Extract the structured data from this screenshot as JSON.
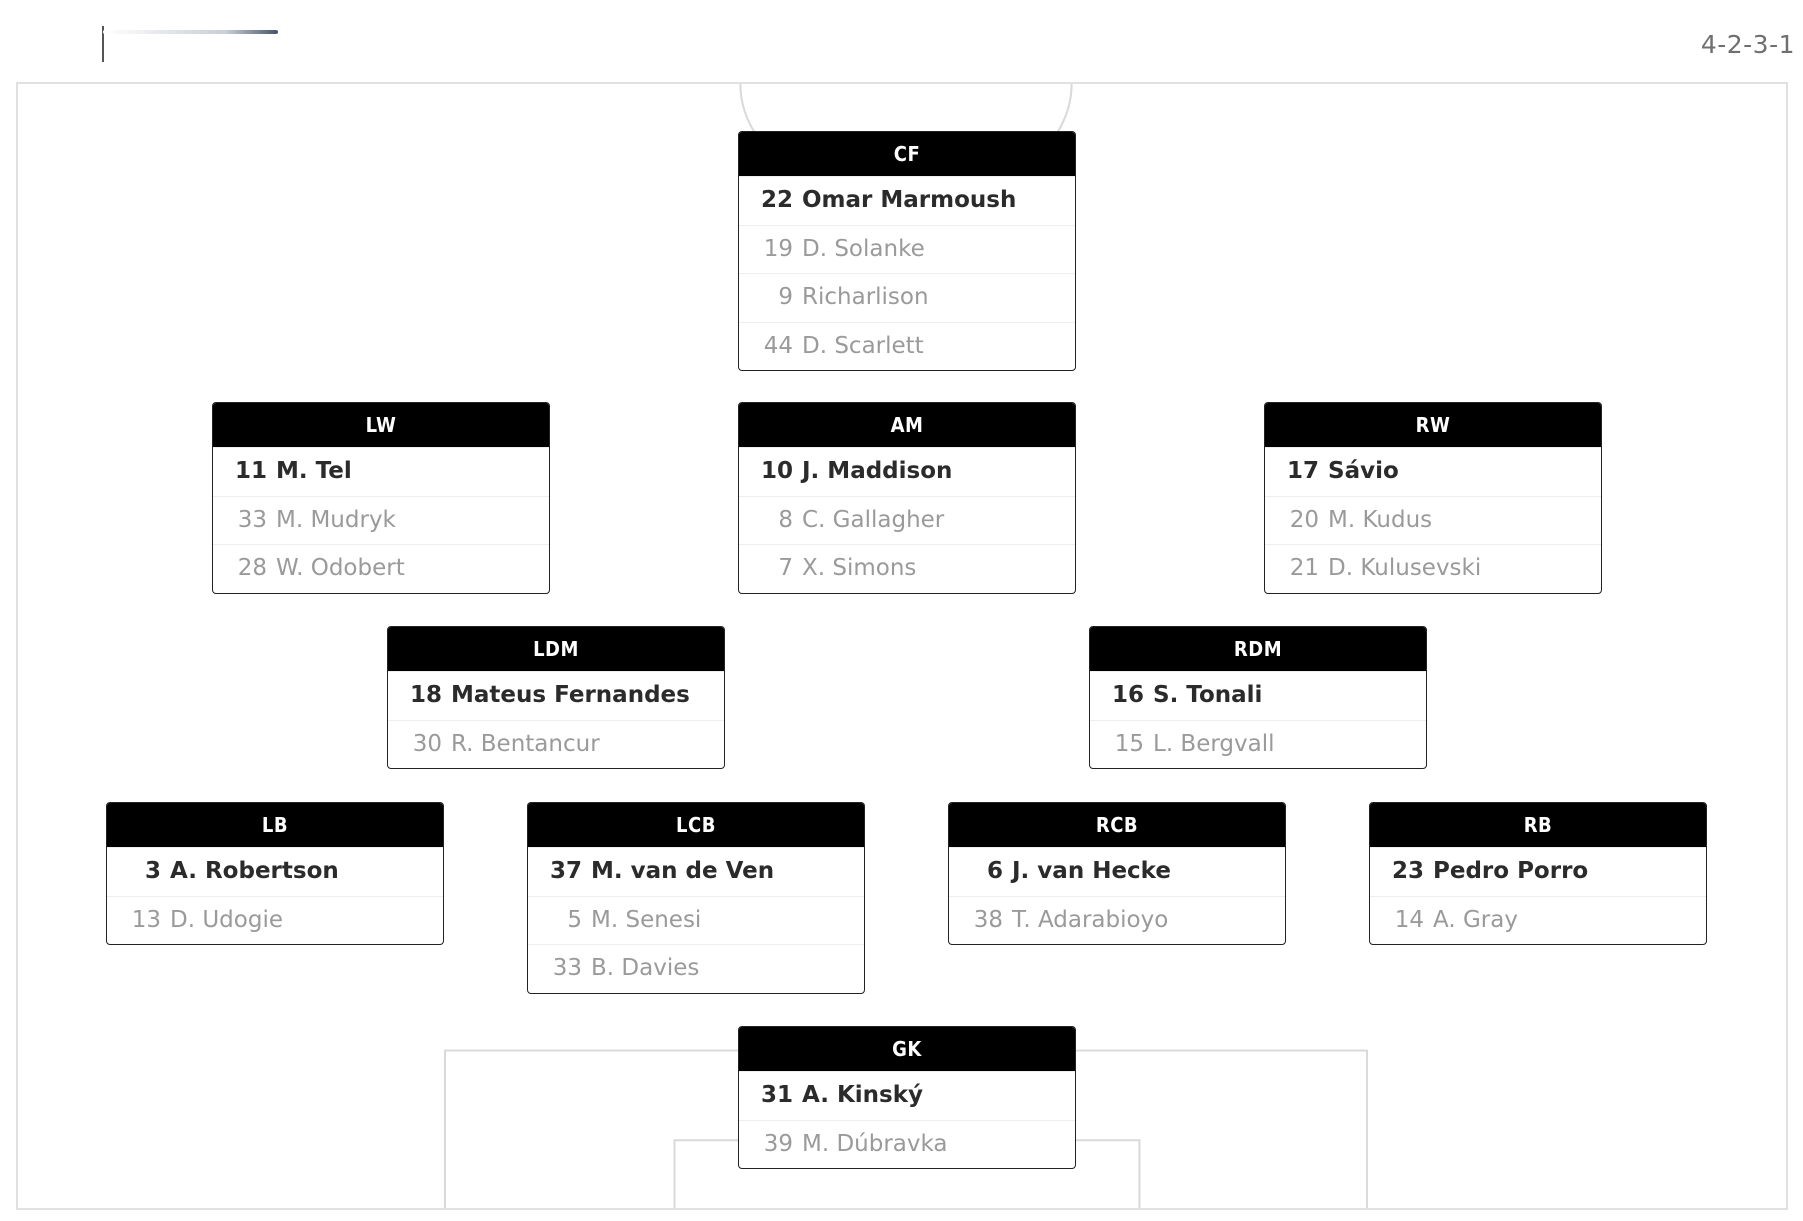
{
  "formation": "4-2-3-1",
  "positions": {
    "cf": {
      "label": "CF",
      "players": [
        {
          "num": "22",
          "name": "Omar Marmoush"
        },
        {
          "num": "19",
          "name": "D. Solanke"
        },
        {
          "num": "9",
          "name": "Richarlison"
        },
        {
          "num": "44",
          "name": "D. Scarlett"
        }
      ]
    },
    "lw": {
      "label": "LW",
      "players": [
        {
          "num": "11",
          "name": "M. Tel"
        },
        {
          "num": "33",
          "name": "M. Mudryk"
        },
        {
          "num": "28",
          "name": "W. Odobert"
        }
      ]
    },
    "am": {
      "label": "AM",
      "players": [
        {
          "num": "10",
          "name": "J. Maddison"
        },
        {
          "num": "8",
          "name": "C. Gallagher"
        },
        {
          "num": "7",
          "name": "X. Simons"
        }
      ]
    },
    "rw": {
      "label": "RW",
      "players": [
        {
          "num": "17",
          "name": "Sávio"
        },
        {
          "num": "20",
          "name": "M. Kudus"
        },
        {
          "num": "21",
          "name": "D. Kulusevski"
        }
      ]
    },
    "ldm": {
      "label": "LDM",
      "players": [
        {
          "num": "18",
          "name": "Mateus Fernandes"
        },
        {
          "num": "30",
          "name": "R. Bentancur"
        }
      ]
    },
    "rdm": {
      "label": "RDM",
      "players": [
        {
          "num": "16",
          "name": "S. Tonali"
        },
        {
          "num": "15",
          "name": "L. Bergvall"
        }
      ]
    },
    "lb": {
      "label": "LB",
      "players": [
        {
          "num": "3",
          "name": "A. Robertson"
        },
        {
          "num": "13",
          "name": "D. Udogie"
        }
      ]
    },
    "lcb": {
      "label": "LCB",
      "players": [
        {
          "num": "37",
          "name": "M. van de Ven"
        },
        {
          "num": "5",
          "name": "M. Senesi"
        },
        {
          "num": "33",
          "name": "B. Davies"
        }
      ]
    },
    "rcb": {
      "label": "RCB",
      "players": [
        {
          "num": "6",
          "name": "J. van Hecke"
        },
        {
          "num": "38",
          "name": "T. Adarabioyo"
        }
      ]
    },
    "rb": {
      "label": "RB",
      "players": [
        {
          "num": "23",
          "name": "Pedro Porro"
        },
        {
          "num": "14",
          "name": "A. Gray"
        }
      ]
    },
    "gk": {
      "label": "GK",
      "players": [
        {
          "num": "31",
          "name": "A. Kinský"
        },
        {
          "num": "39",
          "name": "M. Dúbravka"
        }
      ]
    }
  }
}
